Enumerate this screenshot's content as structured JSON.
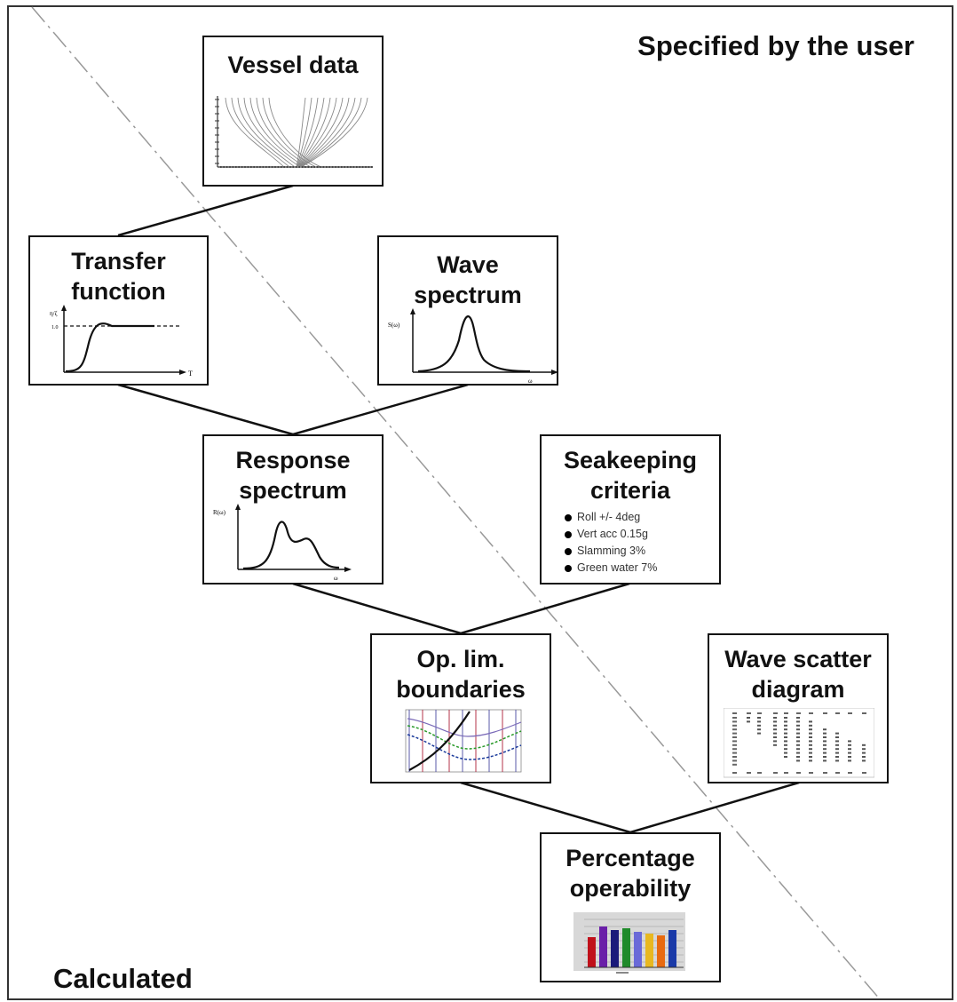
{
  "regions": {
    "user_label": "Specified by the user",
    "calculated_label": "Calculated"
  },
  "nodes": {
    "vessel": {
      "title": "Vessel data"
    },
    "transfer": {
      "title_line1": "Transfer",
      "title_line2": "function",
      "y_axis": "η/ζ",
      "y_tick": "1.0",
      "x_axis": "T"
    },
    "wave_spectrum": {
      "title_line1": "Wave",
      "title_line2": "spectrum",
      "y_axis": "S(ω)",
      "x_axis": "ω"
    },
    "response": {
      "title_line1": "Response",
      "title_line2": "spectrum",
      "y_axis": "R(ω)",
      "x_axis": "ω"
    },
    "criteria": {
      "title_line1": "Seakeeping",
      "title_line2": "criteria",
      "items": [
        "Roll +/- 4deg",
        "Vert acc 0.15g",
        "Slamming 3%",
        "Green water 7%"
      ]
    },
    "oplim": {
      "title_line1": "Op. lim.",
      "title_line2": "boundaries"
    },
    "scatter": {
      "title_line1": "Wave scatter",
      "title_line2": "diagram"
    },
    "operability": {
      "title_line1": "Percentage",
      "title_line2": "operability"
    }
  },
  "colors": {
    "bar_colors": [
      "#c0101a",
      "#6a1fa8",
      "#1a1a7a",
      "#1f8a2a",
      "#6a6ad8",
      "#e8b820",
      "#e86a10",
      "#1a3aa8"
    ],
    "oplim_curves": [
      "#2a9a2a",
      "#1a3a9a",
      "#7a6ab8"
    ]
  }
}
